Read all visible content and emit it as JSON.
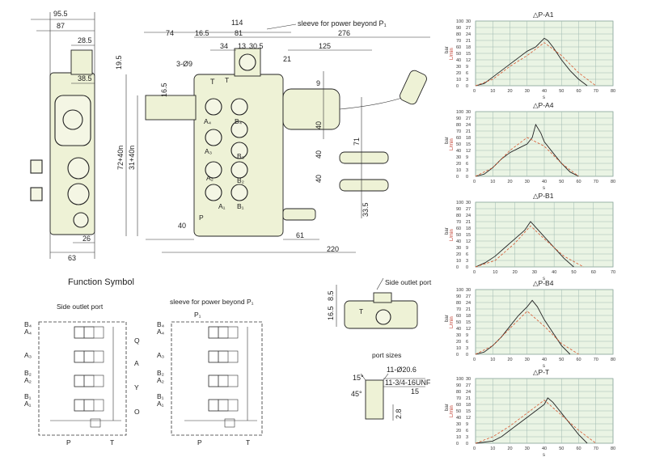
{
  "dimensions": {
    "side": [
      "95.5",
      "87",
      "28.5",
      "38.5",
      "26",
      "63"
    ],
    "front_top": [
      "114",
      "74",
      "16.5",
      "81",
      "276",
      "3-Ø9",
      "34",
      "13",
      "30.5",
      "125",
      "21",
      "19.5",
      "16.5",
      "T",
      "9"
    ],
    "front_side": [
      "72+40n",
      "31+40n",
      "40",
      "40",
      "40",
      "71",
      "33.5",
      "61",
      "40",
      "220"
    ],
    "sleeve_label": "sleeve for power beyond P₁"
  },
  "front_ports": [
    "A₄",
    "B₄",
    "A₃",
    "B₃",
    "A₂",
    "B₂",
    "A₁",
    "B₁",
    "P",
    "T"
  ],
  "function_symbol": {
    "title": "Function Symbol",
    "left_caption": "Side outlet port",
    "right_caption": "sleeve for power beyond P₁",
    "left_ports": [
      "B₄",
      "A₄",
      "A₃",
      "B₂",
      "A₂",
      "B₁",
      "A₁"
    ],
    "right_ports": [
      "B₄",
      "A₄",
      "A₃",
      "B₂",
      "A₂",
      "B₁",
      "A₁"
    ],
    "spool_letters": [
      "Q",
      "A",
      "Y",
      "O"
    ],
    "bottom_left": [
      "P",
      "T"
    ],
    "bottom_right": [
      "P",
      "T"
    ],
    "top_right": "P₁"
  },
  "side_outlet": {
    "caption": "Side outlet port",
    "dims": [
      "8.5",
      "16.5"
    ],
    "port_letter": "T"
  },
  "port_sizes": {
    "title": "port sizes",
    "items": [
      "11-Ø20.6",
      "11-3/4-16UNF",
      "15",
      "15°",
      "45°",
      "2.8"
    ]
  },
  "chart_data": [
    {
      "type": "line",
      "title": "△P-A1",
      "xlabel": "s",
      "ylabel": "bar",
      "y2label": "L/min",
      "x_ticks": [
        "0",
        "10",
        "20",
        "30",
        "40",
        "50",
        "60",
        "70",
        "80"
      ],
      "y_ticks": [
        "0",
        "3",
        "6",
        "9",
        "12",
        "15",
        "18",
        "21",
        "24",
        "27",
        "30"
      ],
      "y2_ticks": [
        "0",
        "10",
        "20",
        "30",
        "40",
        "50",
        "60",
        "70",
        "80",
        "90",
        "100"
      ],
      "xlim": [
        0,
        80
      ],
      "ylim": [
        0,
        30
      ],
      "series": [
        {
          "color": "#222222",
          "x": [
            0,
            5,
            10,
            15,
            20,
            25,
            30,
            35,
            40,
            42,
            45,
            50,
            55,
            60,
            65
          ],
          "y": [
            0,
            1,
            4,
            7,
            10,
            13,
            16,
            18,
            22,
            21,
            18,
            12,
            7,
            3,
            0
          ]
        },
        {
          "color": "#d9572f",
          "x": [
            0,
            10,
            20,
            30,
            40,
            50,
            60,
            70
          ],
          "y": [
            0,
            3,
            9,
            14,
            20,
            14,
            6,
            0
          ]
        }
      ]
    },
    {
      "type": "line",
      "title": "△P-A4",
      "xlabel": "s",
      "ylabel": "bar",
      "y2label": "L/min",
      "x_ticks": [
        "0",
        "10",
        "20",
        "30",
        "40",
        "50",
        "60",
        "70",
        "80"
      ],
      "y_ticks": [
        "0",
        "3",
        "6",
        "9",
        "12",
        "15",
        "18",
        "21",
        "24",
        "27",
        "30"
      ],
      "y2_ticks": [
        "0",
        "10",
        "20",
        "30",
        "40",
        "50",
        "60",
        "70",
        "80",
        "90",
        "100"
      ],
      "xlim": [
        0,
        80
      ],
      "ylim": [
        0,
        30
      ],
      "series": [
        {
          "color": "#222222",
          "x": [
            0,
            5,
            10,
            15,
            20,
            25,
            30,
            33,
            35,
            38,
            40,
            45,
            50,
            55,
            60
          ],
          "y": [
            0,
            1,
            4,
            8,
            11,
            13,
            15,
            18,
            24,
            20,
            16,
            11,
            6,
            2,
            0
          ]
        },
        {
          "color": "#d9572f",
          "x": [
            0,
            10,
            20,
            30,
            40,
            50,
            60
          ],
          "y": [
            0,
            4,
            12,
            18,
            14,
            6,
            0
          ]
        }
      ]
    },
    {
      "type": "line",
      "title": "△P-B1",
      "xlabel": "s",
      "ylabel": "bar",
      "y2label": "L/min",
      "x_ticks": [
        "0",
        "10",
        "20",
        "30",
        "40",
        "50",
        "60",
        "70"
      ],
      "y_ticks": [
        "0",
        "3",
        "6",
        "9",
        "12",
        "15",
        "18",
        "21",
        "24",
        "27",
        "30"
      ],
      "y2_ticks": [
        "0",
        "10",
        "20",
        "30",
        "40",
        "50",
        "60",
        "70",
        "80",
        "90",
        "100"
      ],
      "xlim": [
        0,
        70
      ],
      "ylim": [
        0,
        30
      ],
      "series": [
        {
          "color": "#222222",
          "x": [
            0,
            5,
            10,
            15,
            20,
            25,
            28,
            30,
            35,
            40,
            45,
            50
          ],
          "y": [
            0,
            2,
            5,
            9,
            13,
            17,
            21,
            19,
            14,
            9,
            4,
            0
          ]
        },
        {
          "color": "#d9572f",
          "x": [
            0,
            10,
            20,
            28,
            35,
            45,
            55
          ],
          "y": [
            0,
            3,
            11,
            19,
            13,
            5,
            0
          ]
        }
      ]
    },
    {
      "type": "line",
      "title": "△P-B4",
      "xlabel": "s",
      "ylabel": "bar",
      "y2label": "L/min",
      "x_ticks": [
        "0",
        "10",
        "20",
        "30",
        "40",
        "50",
        "60",
        "70",
        "80"
      ],
      "y_ticks": [
        "0",
        "3",
        "6",
        "9",
        "12",
        "15",
        "18",
        "21",
        "24",
        "27",
        "30"
      ],
      "y2_ticks": [
        "0",
        "10",
        "20",
        "30",
        "40",
        "50",
        "60",
        "70",
        "80",
        "90",
        "100"
      ],
      "xlim": [
        0,
        80
      ],
      "ylim": [
        0,
        30
      ],
      "series": [
        {
          "color": "#222222",
          "x": [
            0,
            5,
            10,
            15,
            20,
            25,
            30,
            33,
            36,
            40,
            45,
            50,
            55
          ],
          "y": [
            0,
            1,
            4,
            8,
            13,
            18,
            22,
            25,
            22,
            16,
            10,
            4,
            0
          ]
        },
        {
          "color": "#d9572f",
          "x": [
            0,
            10,
            20,
            30,
            40,
            50,
            60
          ],
          "y": [
            0,
            4,
            12,
            20,
            13,
            5,
            0
          ]
        }
      ]
    },
    {
      "type": "line",
      "title": "△P-T",
      "xlabel": "s",
      "ylabel": "bar",
      "y2label": "L/min",
      "x_ticks": [
        "0",
        "10",
        "20",
        "30",
        "40",
        "50",
        "60",
        "70",
        "80"
      ],
      "y_ticks": [
        "0",
        "3",
        "6",
        "9",
        "12",
        "15",
        "18",
        "21",
        "24",
        "27",
        "30"
      ],
      "y2_ticks": [
        "0",
        "10",
        "20",
        "30",
        "40",
        "50",
        "60",
        "70",
        "80",
        "90",
        "100"
      ],
      "xlim": [
        0,
        80
      ],
      "ylim": [
        0,
        30
      ],
      "series": [
        {
          "color": "#222222",
          "x": [
            0,
            10,
            15,
            20,
            25,
            30,
            35,
            40,
            42,
            45,
            50,
            55,
            60,
            65
          ],
          "y": [
            0,
            1,
            3,
            6,
            9,
            12,
            15,
            18,
            21,
            19,
            14,
            9,
            4,
            0
          ]
        },
        {
          "color": "#d9572f",
          "x": [
            0,
            10,
            20,
            30,
            40,
            50,
            60,
            70
          ],
          "y": [
            0,
            3,
            8,
            14,
            20,
            13,
            6,
            0
          ]
        }
      ]
    }
  ]
}
